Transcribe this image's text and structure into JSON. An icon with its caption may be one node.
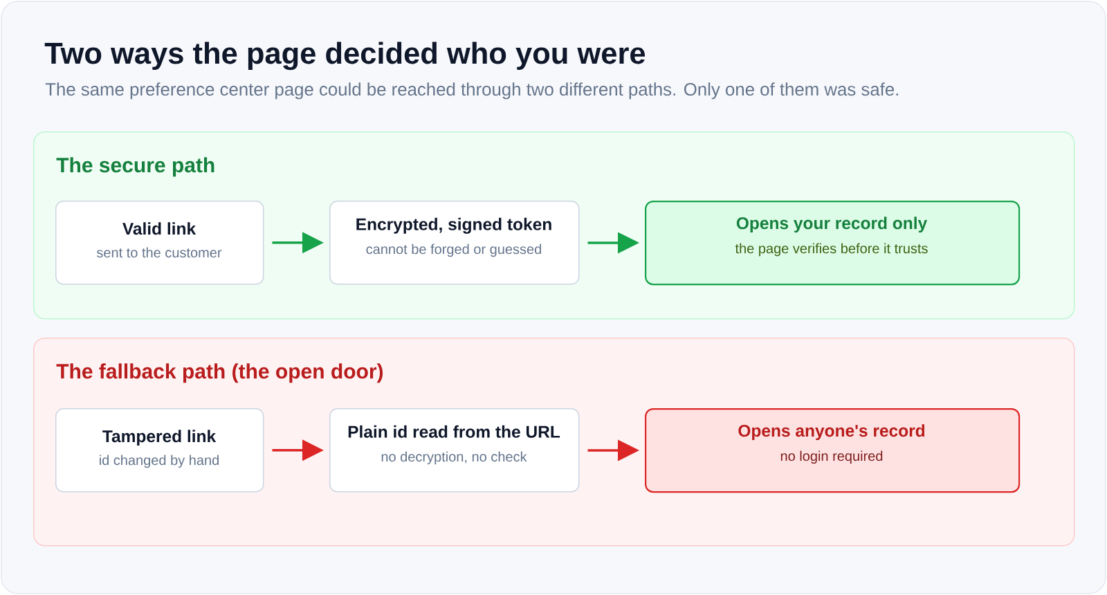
{
  "diagram": {
    "title": "Two ways the page decided who you were",
    "nodes": [
      {
        "text": [
          "The secure path"
        ]
      },
      {
        "text": [
          "Valid link",
          "sent to the customer"
        ],
        "in": 0
      },
      {
        "text": [
          "Encrypted, signed token",
          "cannot be forged or guessed"
        ],
        "in": 0
      },
      {
        "text": [
          "Opens your record only",
          "the page verifies before it trusts"
        ],
        "in": 0
      },
      {
        "text": [
          "The fallback path (the open door)"
        ]
      },
      {
        "text": [
          "Tampered link",
          "id changed by hand"
        ],
        "in": 4
      },
      {
        "text": [
          "Plain id read from the URL",
          "no decryption, no check"
        ],
        "in": 4
      },
      {
        "text": [
          "Opens anyone's record",
          "no login required"
        ],
        "in": 4
      }
    ],
    "edges": [
      {
        "from": 1,
        "to": 2,
        "arrow": "to",
        "color": "#16a34a"
      },
      {
        "from": 2,
        "to": 3,
        "arrow": "to",
        "color": "#16a34a"
      },
      {
        "from": 5,
        "to": 6,
        "arrow": "to",
        "color": "#dc2626"
      },
      {
        "from": 6,
        "to": 7,
        "arrow": "to",
        "color": "#dc2626"
      }
    ],
    "labels": [
      "The same preference center page could be reached through two different paths. Only one of them was safe."
    ]
  }
}
